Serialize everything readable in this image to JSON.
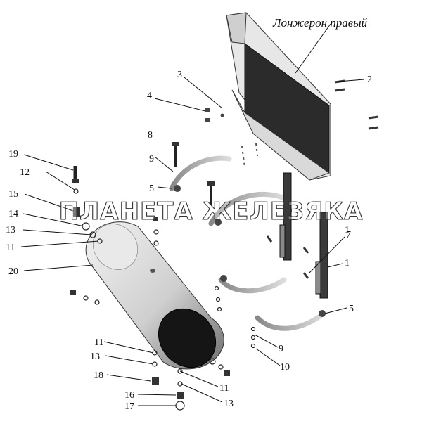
{
  "diagram": {
    "title": "Лонжерон правый",
    "watermark": "ПЛАНЕТА ЖЕЛЕЗЯКА",
    "callouts": [
      "1",
      "2",
      "3",
      "4",
      "5",
      "5",
      "7",
      "8",
      "9",
      "9",
      "10",
      "11",
      "11",
      "11",
      "12",
      "13",
      "13",
      "13",
      "14",
      "15",
      "16",
      "17",
      "18",
      "19",
      "20",
      "1"
    ]
  },
  "colors": {
    "background": "#ffffff",
    "ink": "#111111",
    "tank": "#d8d8d8",
    "beam_dark": "#2b2b2b"
  }
}
